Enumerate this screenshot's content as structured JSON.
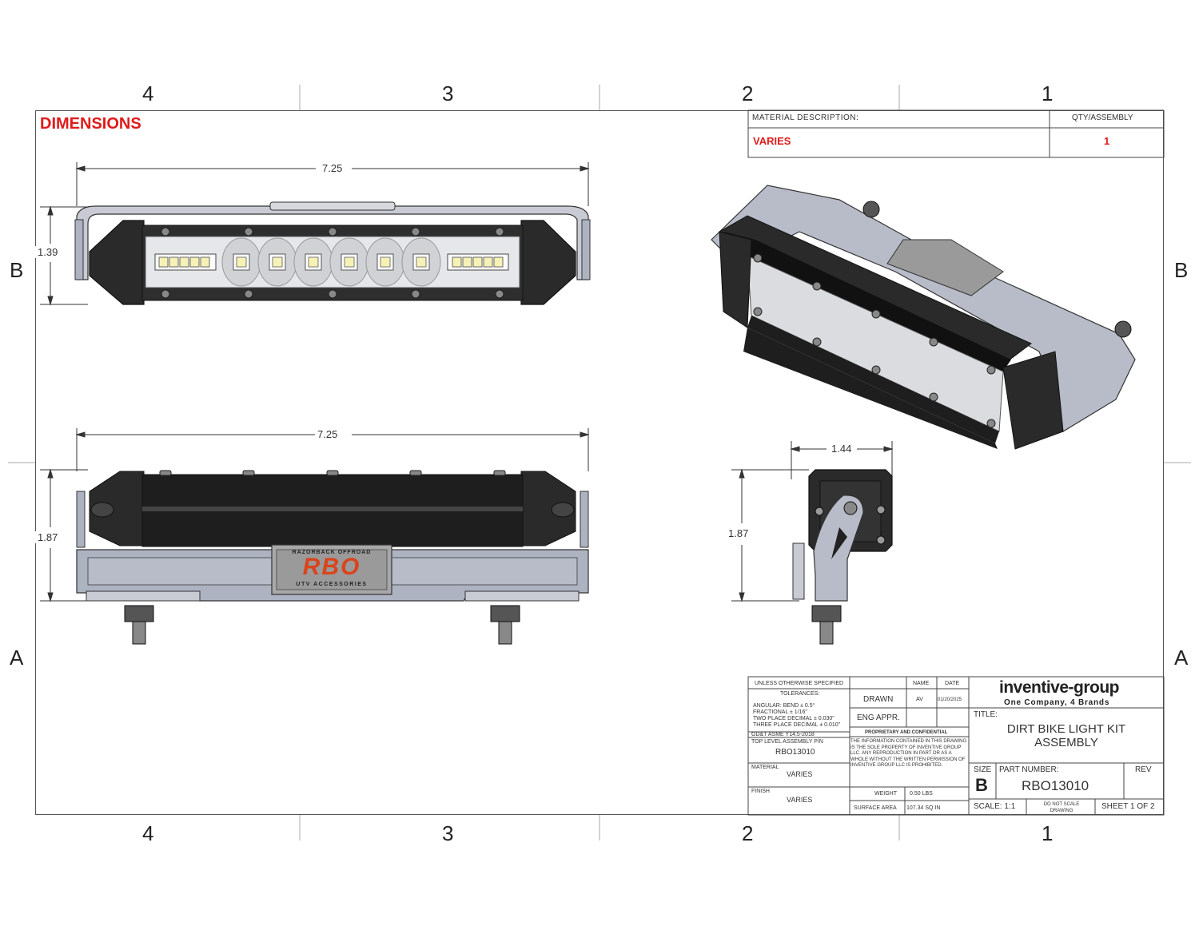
{
  "zones": {
    "top": [
      "4",
      "3",
      "2",
      "1"
    ],
    "bottom": [
      "4",
      "3",
      "2",
      "1"
    ],
    "left": [
      "B",
      "A"
    ],
    "right": [
      "B",
      "A"
    ]
  },
  "heading": "DIMENSIONS",
  "material_table": {
    "desc_header": "MATERIAL DESCRIPTION:",
    "qty_header": "QTY/ASSEMBLY",
    "desc_value": "VARIES",
    "qty_value": "1"
  },
  "dimensions": {
    "front_width": "7.25",
    "front_height": "1.39",
    "top_width": "7.25",
    "top_height": "1.87",
    "side_width": "1.44",
    "side_height": "1.87"
  },
  "logo": {
    "brand_top": "RAZORBACK OFFROAD",
    "brand_mark": "RBO",
    "brand_bottom": "UTV ACCESSORIES"
  },
  "title_block": {
    "unless_specified": "UNLESS OTHERWISE SPECIFIED",
    "tolerances": "TOLERANCES:",
    "tol_lines": [
      "ANGULAR:   BEND  ±  0.5°",
      "FRACTIONAL       ±  1/16\"",
      "TWO PLACE DECIMAL  ±  0.030\"",
      "THREE PLACE DECIMAL ±  0.010\""
    ],
    "gdt": "GD&T ASME Y14.5-2018",
    "top_level_label": "TOP LEVEL ASSEMBLY P/N",
    "top_level_value": "RBO13010",
    "material_label": "MATERIAL",
    "material_value": "VARIES",
    "finish_label": "FINISH",
    "finish_value": "VARIES",
    "name_header": "NAME",
    "date_header": "DATE",
    "drawn_label": "DRAWN",
    "drawn_name": "AV",
    "drawn_date": "01/20/2025",
    "eng_label": "ENG APPR.",
    "proprietary_title": "PROPRIETARY AND CONFIDENTIAL",
    "proprietary_text": "THE INFORMATION CONTAINED IN THIS DRAWING IS THE SOLE PROPERTY OF INVENTIVE GROUP LLC. ANY REPRODUCTION IN PART OR AS A WHOLE WITHOUT THE WRITTEN PERMISSION OF INVENTIVE GROUP LLC IS PROHIBITED.",
    "weight_label": "WEIGHT",
    "weight_value": "0.50  LBS",
    "surface_label": "SURFACE AREA",
    "surface_value": "107.34  SQ IN",
    "company_name": "inventive-group",
    "company_tagline": "One Company, 4 Brands",
    "title_label": "TITLE:",
    "title_line1": "DIRT BIKE LIGHT KIT",
    "title_line2": "ASSEMBLY",
    "size_label": "SIZE",
    "size_value": "B",
    "part_label": "PART NUMBER:",
    "part_value": "RBO13010",
    "rev_label": "REV",
    "scale": "SCALE: 1:1",
    "do_not_scale": "DO NOT SCALE DRAWING",
    "sheet": "SHEET 1 OF 2"
  }
}
